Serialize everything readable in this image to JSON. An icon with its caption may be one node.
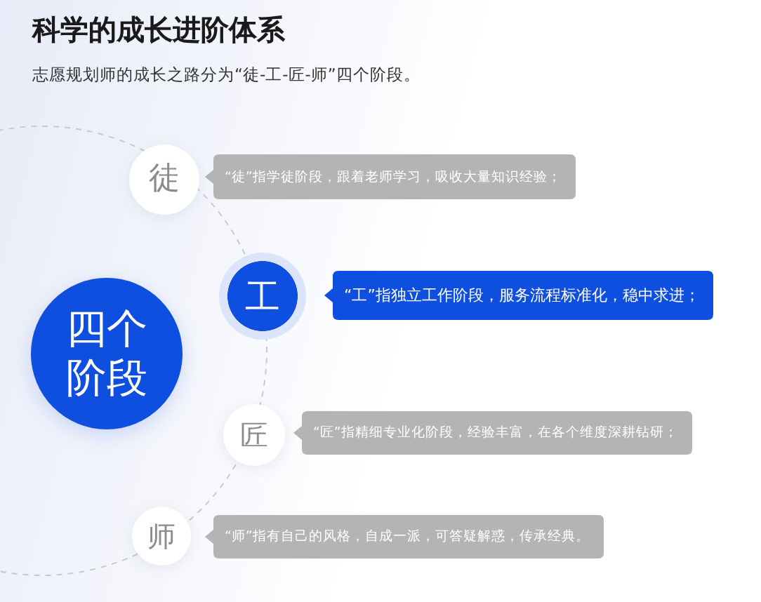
{
  "diagram": {
    "title": "科学的成长进阶体系",
    "nodes": [
      {
        "text": [
          "徒"
        ]
      },
      {
        "text": [
          "“徒”指学徒阶段，跟着老师学习，吸收大量知识经验；"
        ]
      },
      {
        "text": [
          "工"
        ]
      },
      {
        "text": [
          "“工”指独立工作阶段，服务流程标准化，稳中求进；"
        ]
      },
      {
        "text": [
          "四个阶段"
        ]
      },
      {
        "text": [
          "匠"
        ]
      },
      {
        "text": [
          "“匠”指精细专业化阶段，经验丰富，在各个维度深耕钻研；"
        ]
      },
      {
        "text": [
          "师"
        ]
      },
      {
        "text": [
          "“师”指有自己的风格，自成一派，可答疑解惑，传承经典。"
        ]
      }
    ],
    "labels": [
      "志愿规划师的成长之路分为“徒-工-匠-师”四个阶段。"
    ]
  }
}
